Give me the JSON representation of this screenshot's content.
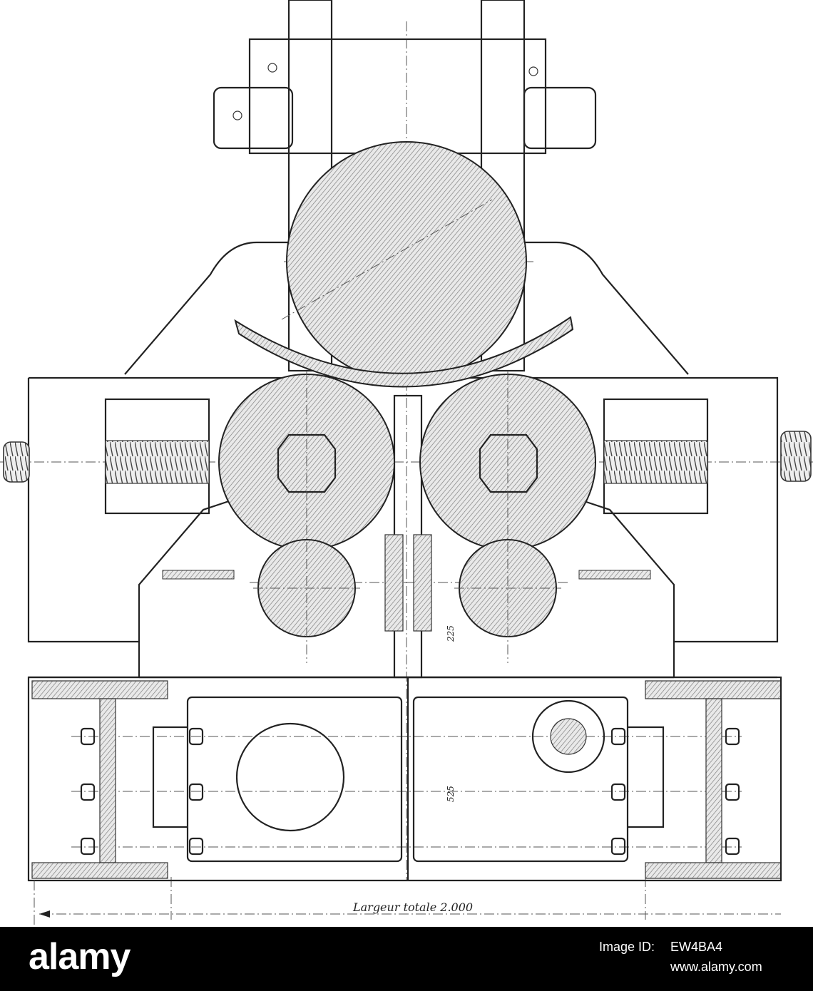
{
  "dimension": {
    "total_width_label": "Largeur totale 2.000",
    "center_height": "225",
    "lower_height": "525"
  },
  "banner": {
    "logo": "alamy",
    "code_prefix": "Image ID: ",
    "code": "EW4BA4",
    "url": "www.alamy.com"
  },
  "colors": {
    "ink": "#222222",
    "banner": "#000000",
    "paper": "#ffffff"
  }
}
